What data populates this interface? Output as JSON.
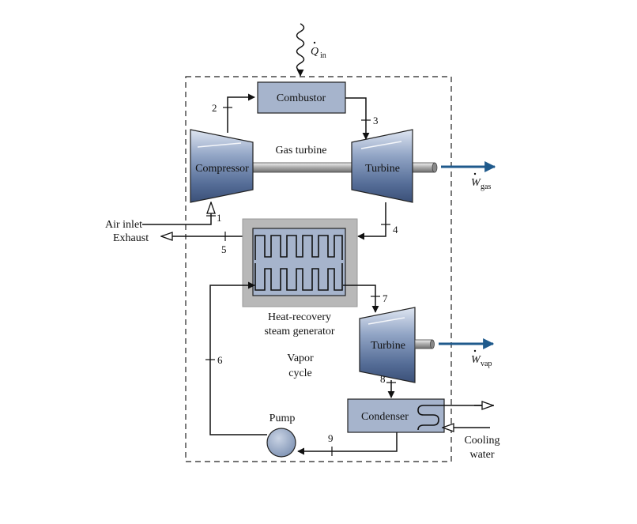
{
  "components": {
    "combustor": "Combustor",
    "compressor": "Compressor",
    "gas_turbine_label": "Gas turbine",
    "gas_turbine": "Turbine",
    "vapor_turbine": "Turbine",
    "hrsg_line1": "Heat-recovery",
    "hrsg_line2": "steam generator",
    "vapor_cycle_line1": "Vapor",
    "vapor_cycle_line2": "cycle",
    "condenser": "Condenser",
    "pump": "Pump"
  },
  "streams": {
    "air_inlet": "Air inlet",
    "exhaust": "Exhaust",
    "cooling_water_line1": "Cooling",
    "cooling_water_line2": "water"
  },
  "states": [
    "1",
    "2",
    "3",
    "4",
    "5",
    "6",
    "7",
    "8",
    "9"
  ],
  "energy": {
    "q_in_symbol": "Q",
    "q_in_sub": "in",
    "w_gas_symbol": "W",
    "w_gas_sub": "gas",
    "w_vap_symbol": "W",
    "w_vap_sub": "vap"
  },
  "colors": {
    "equipment_fill": "#a6b4cc",
    "hrsg_casing": "#b8b8b8",
    "work_arrow": "#1f5a8c"
  }
}
